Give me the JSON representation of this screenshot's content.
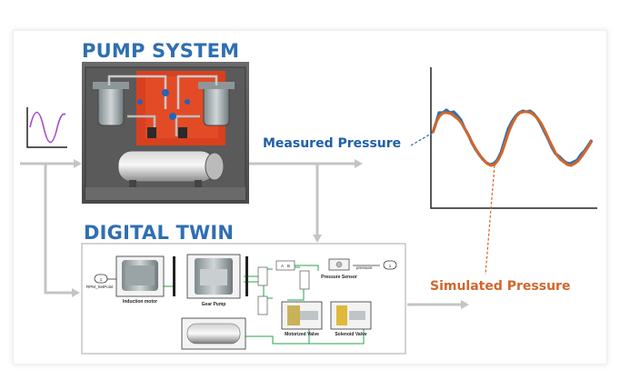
{
  "headings": {
    "pump_system": "PUMP SYSTEM",
    "digital_twin": "DIGITAL TWIN"
  },
  "labels": {
    "measured": "Measured Pressure",
    "simulated": "Simulated Pressure"
  },
  "simulink": {
    "inport_number": "1",
    "inport_label": "RPM_SetPoint",
    "induction_motor": "Induction motor",
    "gear_pump": "Gear Pump",
    "pressure_sensor": "Pressure Sensor",
    "pressure_signal": "pressure",
    "outport_number": "1",
    "motorized_valve": "Motorized Valve",
    "solenoid_valve": "Solenoid Valve",
    "port_a": "A",
    "port_b": "B"
  },
  "colors": {
    "heading_blue": "#2f6fb1",
    "measured_blue": "#1f5fa8",
    "simulated_orange": "#d2662a",
    "sine_purple": "#a64ac9",
    "arrow_gray": "#c4c4c4"
  }
}
